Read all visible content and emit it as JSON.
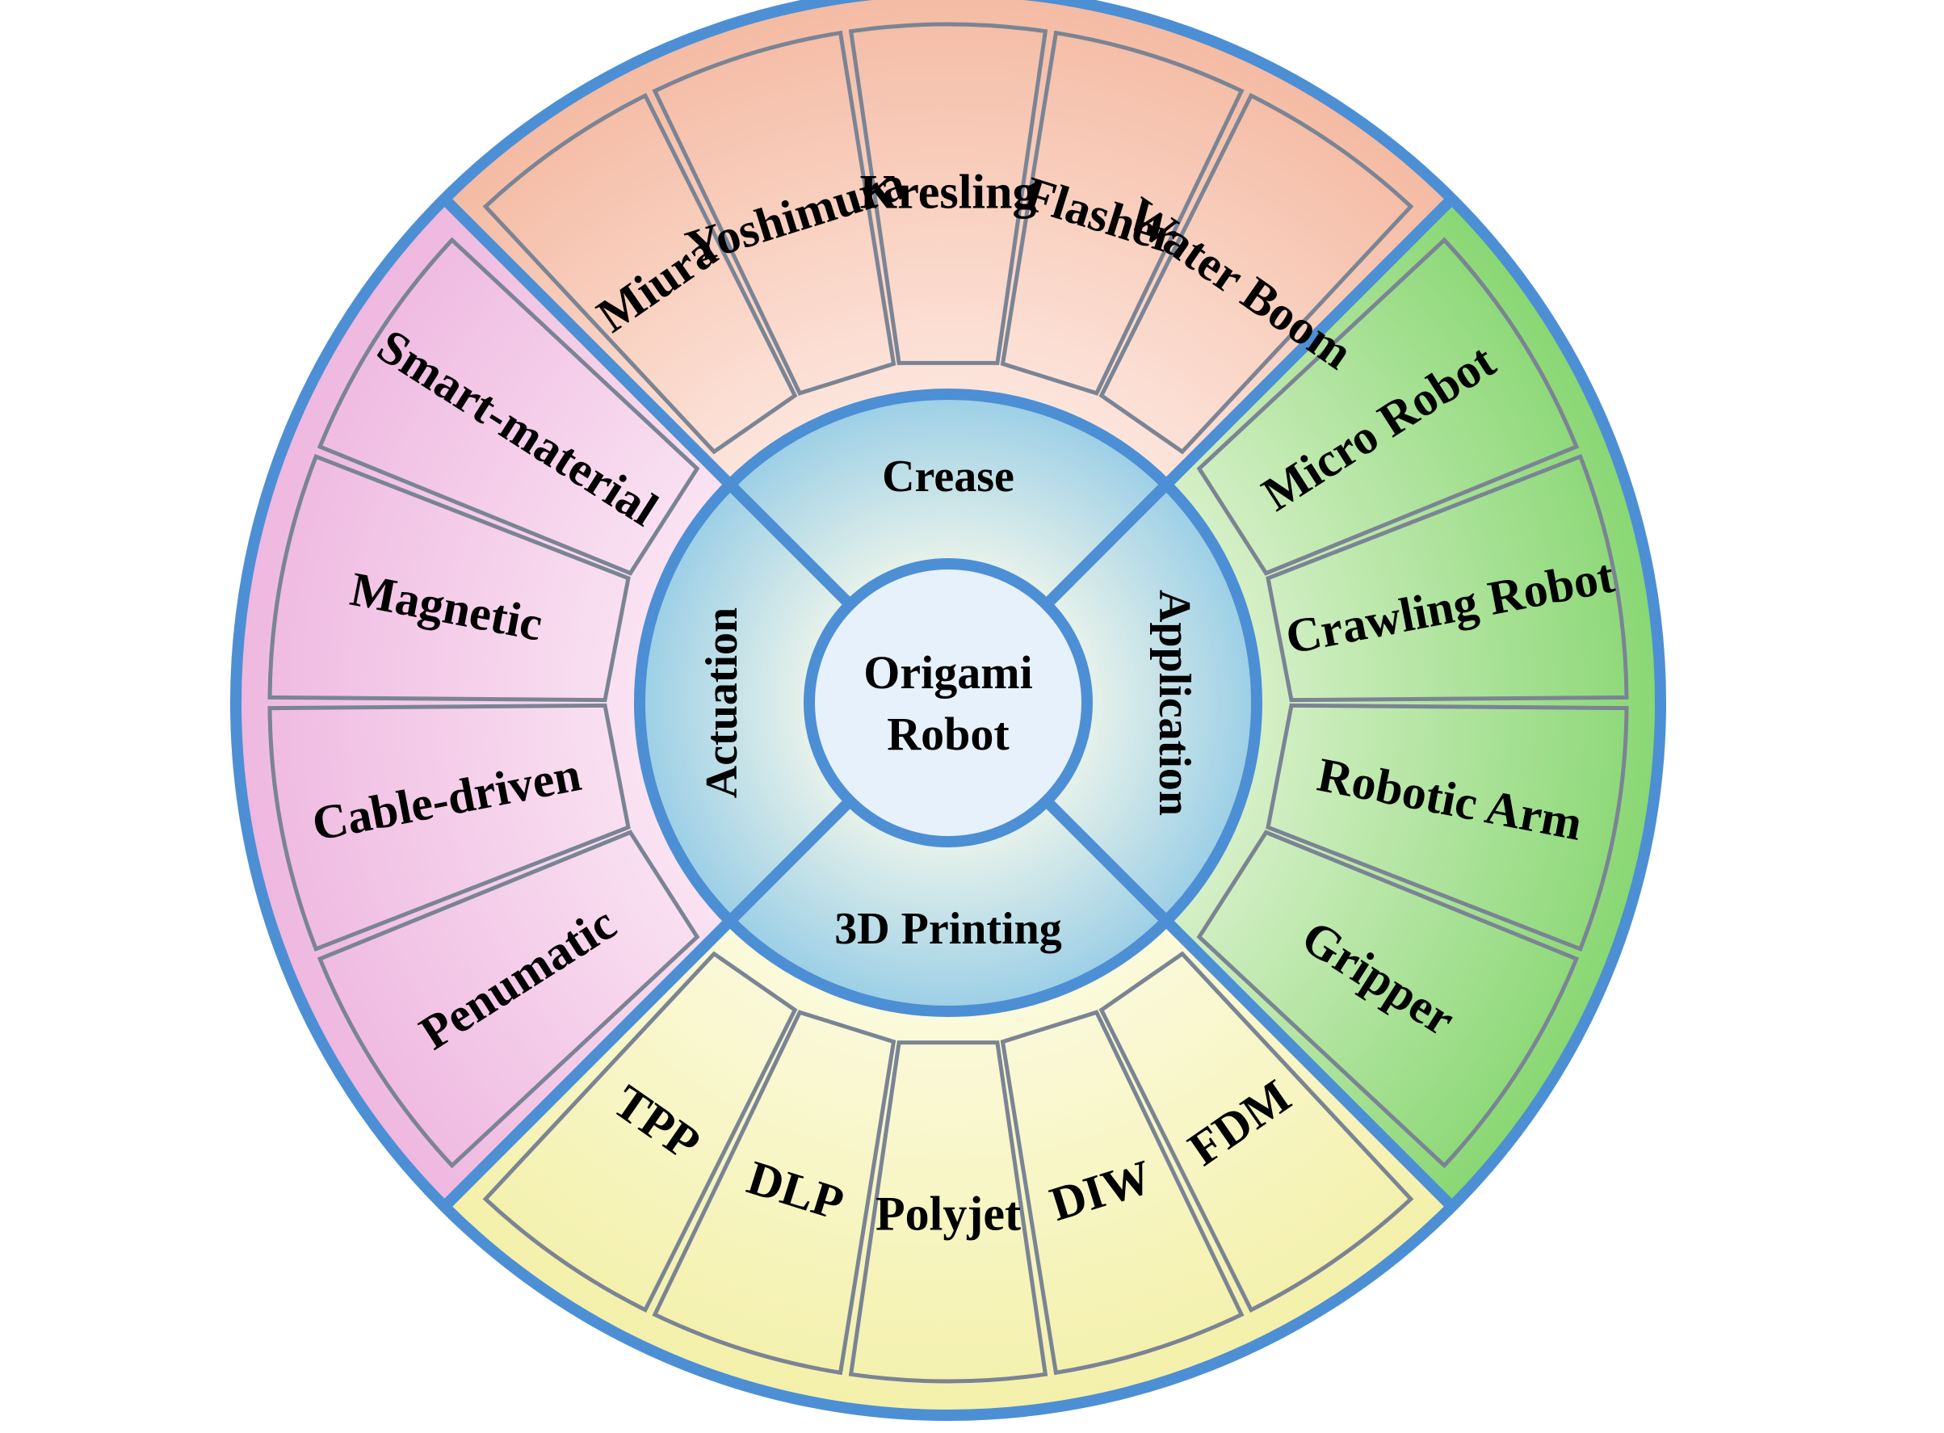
{
  "center": {
    "line1": "Origami",
    "line2": "Robot"
  },
  "categories": [
    {
      "key": "crease",
      "label": "Crease",
      "color_outer": "#f4b9a1",
      "color_light": "#fde5dc",
      "items": [
        "Miura",
        "Yoshimura",
        "Kresling",
        "Flasher",
        "Water Boom"
      ]
    },
    {
      "key": "application",
      "label": "Application",
      "color_outer": "#86d670",
      "color_light": "#d6f0c8",
      "items": [
        "Micro Robot",
        "Crawling Robot",
        "Robotic Arm",
        "Gripper"
      ]
    },
    {
      "key": "printing",
      "label": "3D Printing",
      "color_outer": "#f3f0a8",
      "color_light": "#fbfadc",
      "items": [
        "FDM",
        "DIW",
        "Polyjet",
        "DLP",
        "TPP"
      ]
    },
    {
      "key": "actuation",
      "label": "Actuation",
      "color_outer": "#eeb6df",
      "color_light": "#fae3f3",
      "items": [
        "Penumatic",
        "Cable-driven",
        "Magnetic",
        "Smart-material"
      ]
    }
  ],
  "colors": {
    "border_blue": "#4d8fd4",
    "cell_outline": "#7a8494",
    "inner_ring_edge": "#9ccfe6",
    "inner_ring_mid": "#e8f2ea",
    "center_fill": "#e6f1fb"
  }
}
